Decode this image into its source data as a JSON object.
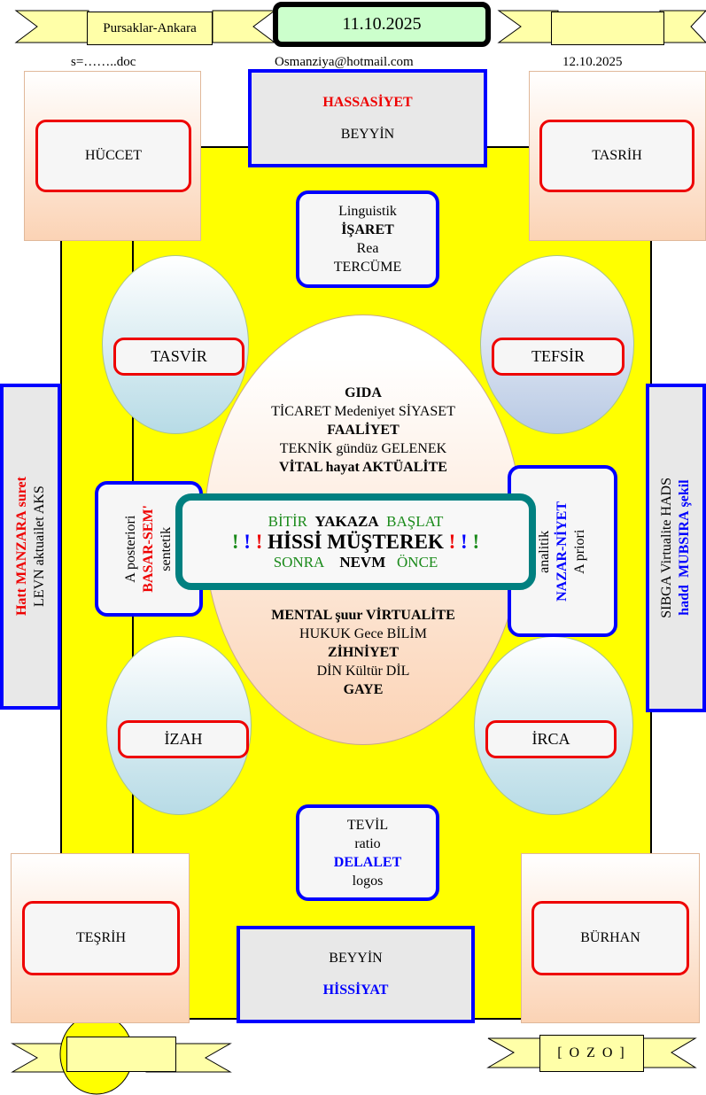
{
  "header": {
    "location": "Pursaklar-Ankara",
    "date": "11.10.2025",
    "right_banner": "",
    "file": "s=……..doc",
    "email": "Osmanziya@hotmail.com",
    "date2": "12.10.2025"
  },
  "corners": {
    "top_left": "HÜCCET",
    "top_right": "TASRİH",
    "bottom_left": "TEŞRİH",
    "bottom_right": "BÜRHAN"
  },
  "top_box": {
    "title": "HASSASİYET",
    "sub": "BEYYİN"
  },
  "bottom_box": {
    "sub": "BEYYİN",
    "title": "HİSSİYAT"
  },
  "top_small": {
    "l1": "Linguistik",
    "l2": "İŞARET",
    "l3": "Rea",
    "l4": "TERCÜME"
  },
  "bottom_small": {
    "l1": "TEVİL",
    "l2": "ratio",
    "l3": "DELALET",
    "l4": "logos"
  },
  "ellipses": {
    "top_left": "TASVİR",
    "top_right": "TEFSİR",
    "bottom_left": "İZAH",
    "bottom_right": "İRCA"
  },
  "center_top": [
    "GIDA",
    "TİCARET Medeniyet SİYASET",
    "FAALİYET",
    "TEKNİK gündüz GELENEK",
    "VİTAL hayat AKTÜALİTE"
  ],
  "center_bottom": [
    "MENTAL şuur VİRTUALİTE",
    "HUKUK Gece BİLİM",
    "ZİHNİYET",
    "DİN Kültür DİL",
    "GAYE"
  ],
  "core": {
    "bitir": "BİTİR",
    "yakaza": "YAKAZA",
    "baslat": "BAŞLAT",
    "excl": "!",
    "title": "HİSSİ MÜŞTEREK",
    "sonra": "SONRA",
    "nevm": "NEVM",
    "once": "ÖNCE"
  },
  "left_mid": {
    "l1": "A posteriori",
    "l2": "BASAR-SEM'",
    "l3": "sentetik"
  },
  "right_mid": {
    "l1": "analitik",
    "l2": "NAZAR-NİYET",
    "l3": "A priori"
  },
  "left_side": {
    "red1": "Hatt",
    "red2": "MANZARA",
    "red3": "suret",
    "line2": "LEVN  aktuailet AKS"
  },
  "right_side": {
    "line1": "SIBGA  Virtualite HADS",
    "blue1": "hadd",
    "blue2": "MUBSIRA",
    "blue3": "şekil"
  },
  "footer": {
    "right_banner": "[ O Z O ]",
    "left_banner": ""
  },
  "colors": {
    "yellow": "#ffff00",
    "blue": "#0000ff",
    "red": "#ee0000",
    "teal": "#008080",
    "green": "#1a8a1a"
  }
}
